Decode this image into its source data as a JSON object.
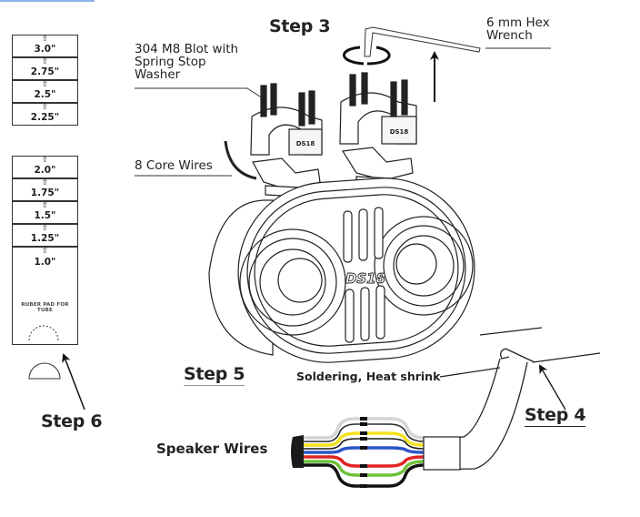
{
  "title_bar_accent": "#8ab4e8",
  "steps": {
    "step3": "Step 3",
    "step4": "Step 4",
    "step5": "Step 5",
    "step6": "Step 6"
  },
  "callouts": {
    "bolt": [
      "304 M8 Blot with",
      "Spring Stop",
      "Washer"
    ],
    "wrench": [
      "6 mm Hex",
      "Wrench"
    ],
    "core_wires": "8 Core Wires",
    "soldering": "Soldering, Heat shrink",
    "speaker_wires": "Speaker Wires"
  },
  "rubber_pads": {
    "group_top": [
      "3.0\"",
      "2.75\"",
      "2.5\"",
      "2.25\""
    ],
    "group_bottom": [
      "2.0\"",
      "1.75\"",
      "1.5\"",
      "1.25\"",
      "1.0\""
    ],
    "pad_note": "RUBER PAD FOR TUBE",
    "arrow_glyph": "⇧"
  },
  "speaker": {
    "brand": "DS18"
  },
  "wire_colors": [
    "#d4d4d4",
    "#2a2a2a",
    "#f3e21c",
    "#1a1a1a",
    "#2b55c8",
    "#e02424",
    "#6fbf3a",
    "#111111"
  ]
}
